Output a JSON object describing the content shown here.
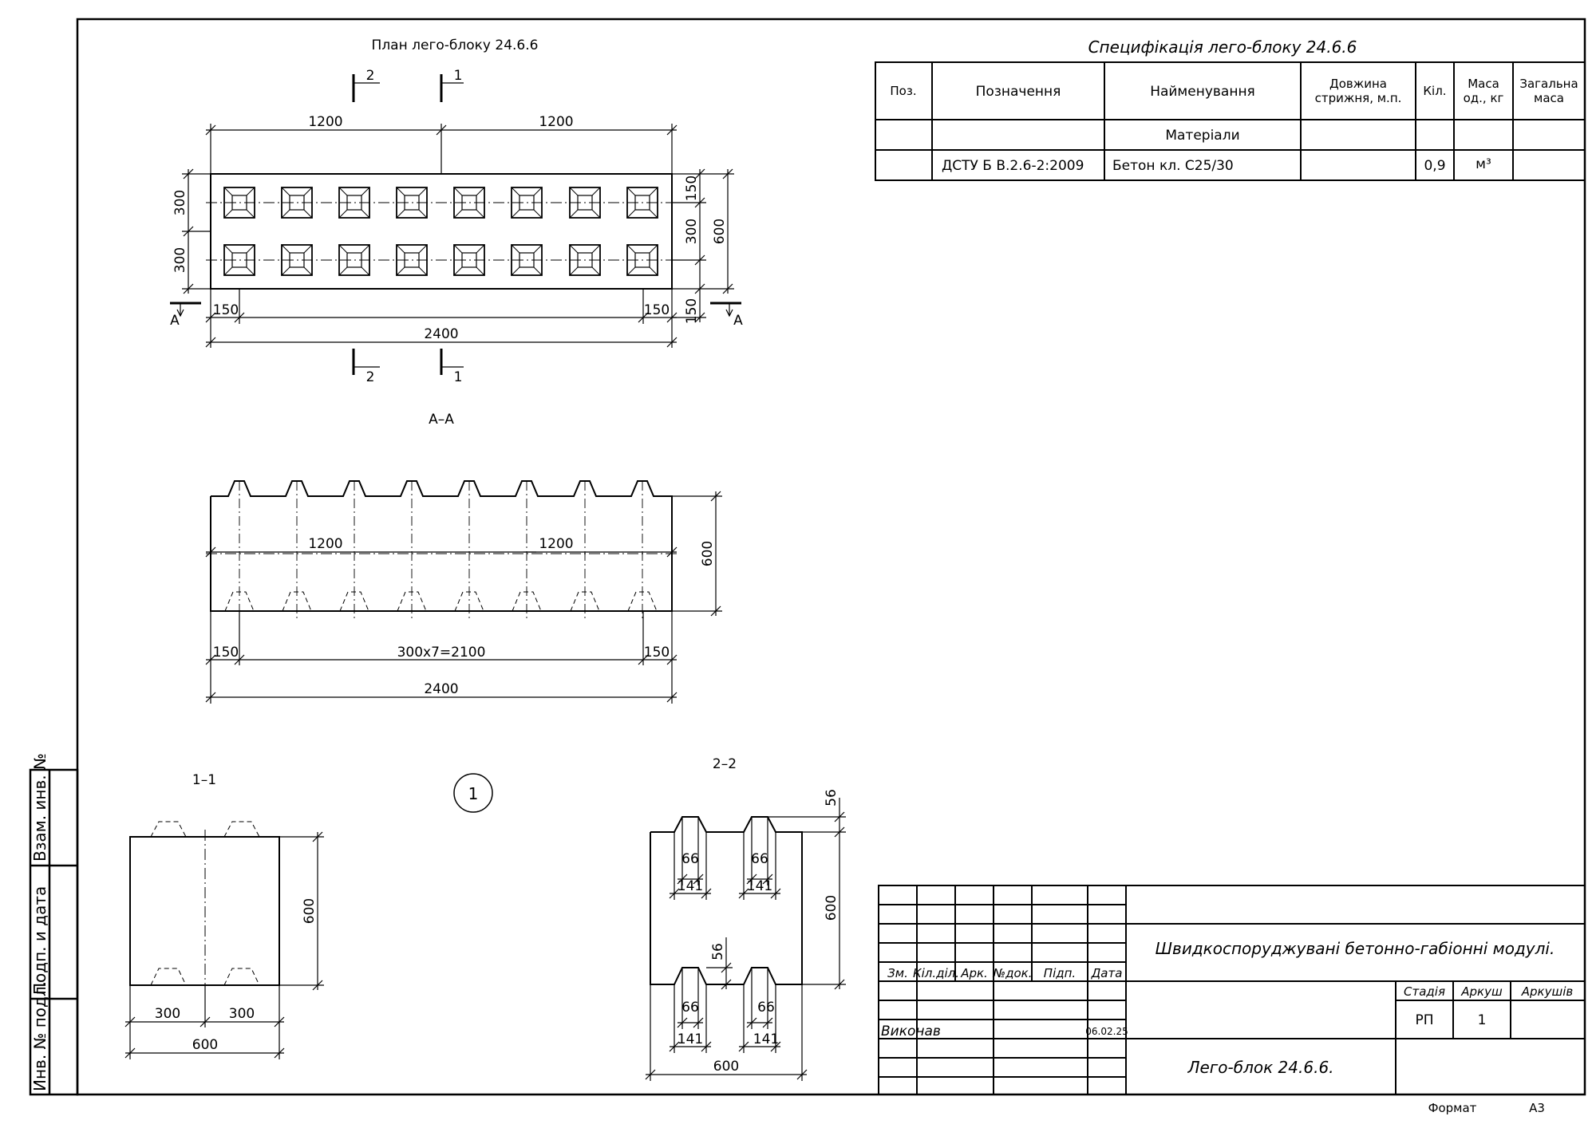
{
  "plan": {
    "title": "План лего-блоку 24.6.6",
    "cut_top_2": "2",
    "cut_top_1": "1",
    "cut_bottom_2": "2",
    "cut_bottom_1": "1",
    "cut_a_left": "A",
    "cut_a_right": "A",
    "dim_1200_left": "1200",
    "dim_1200_right": "1200",
    "dim_300_top": "300",
    "dim_300_bottom": "300",
    "dim_150_r_top": "150",
    "dim_300_r": "300",
    "dim_600_r": "600",
    "dim_150_r_bottom": "150",
    "dim_150_left": "150",
    "dim_150_right": "150",
    "dim_2400": "2400"
  },
  "section_aa": {
    "title": "A–A",
    "dim_1200_left": "1200",
    "dim_1200_right": "1200",
    "dim_600": "600",
    "dim_150_left": "150",
    "dim_2100": "300x7=2100",
    "dim_150_right": "150",
    "dim_2400": "2400"
  },
  "section_11": {
    "title": "1–1",
    "dim_600_v": "600",
    "dim_300_left": "300",
    "dim_300_right": "300",
    "dim_600_h": "600"
  },
  "marker": {
    "number": "1"
  },
  "section_22": {
    "title": "2–2",
    "dim_56_top": "56",
    "dim_66_a": "66",
    "dim_66_b": "66",
    "dim_141_a": "141",
    "dim_141_b": "141",
    "dim_600_v": "600",
    "dim_56_mid": "56",
    "dim_66_c": "66",
    "dim_66_d": "66",
    "dim_141_c": "141",
    "dim_141_d": "141",
    "dim_600_h": "600"
  },
  "spec": {
    "title": "Специфікація лего-блоку 24.6.6",
    "headers": {
      "pos": "Поз.",
      "designation": "Позначення",
      "name": "Найменування",
      "length_1": "Довжина",
      "length_2": "стрижня, м.п.",
      "qty": "Кіл.",
      "mass_1": "Маса",
      "mass_2": "од., кг",
      "total_1": "Загальна",
      "total_2": "маса"
    },
    "section_label": "Матеріали",
    "row": {
      "designation": "ДСТУ Б В.2.6-2:2009",
      "name": "Бетон кл. С25/30",
      "qty": "0,9",
      "unit": "м³"
    }
  },
  "side_stamp": {
    "inv_replace": "Взам. инв. №",
    "sign_date": "Подп. и дата",
    "inv_orig": "Инв. № подл."
  },
  "title_block": {
    "col_zm": "Зм.",
    "col_kil": "Кіл.діл.",
    "col_ark": "Арк.",
    "col_doc": "№док.",
    "col_sign": "Підп.",
    "col_date": "Дата",
    "executed": "Виконав",
    "executed_date": "06.02.25",
    "project": "Швидкоспоруджувані бетонно-габіонні модулі.",
    "stage_h": "Стадія",
    "sheet_h": "Аркуш",
    "sheets_h": "Аркушів",
    "stage": "РП",
    "sheet": "1",
    "sheets": "",
    "drawing": "Лего-блок 24.6.6."
  },
  "footer": {
    "format_label": "Формат",
    "format_value": "А3"
  }
}
